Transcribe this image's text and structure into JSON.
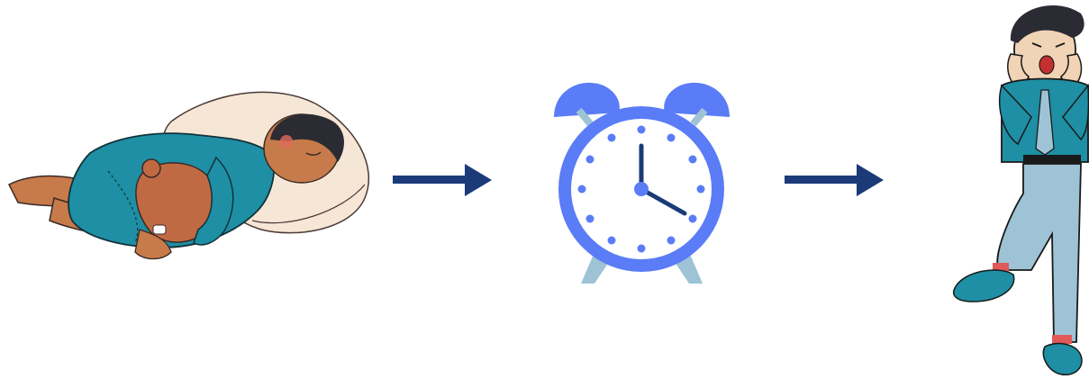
{
  "steps": [
    {
      "id": "sleeping",
      "icon": "sleeping-person-icon"
    },
    {
      "id": "alarm",
      "icon": "alarm-clock-icon"
    },
    {
      "id": "surprised",
      "icon": "surprised-person-icon"
    }
  ],
  "connectors": [
    {
      "from": "sleeping",
      "to": "alarm",
      "icon": "right-arrow-icon"
    },
    {
      "from": "alarm",
      "to": "surprised",
      "icon": "right-arrow-icon"
    }
  ],
  "colors": {
    "arrow": "#1b3a78",
    "clock_body": "#5b7cf7",
    "clock_face": "#ffffff",
    "clock_dots": "#5b7cf7",
    "clock_hands": "#1b3a78",
    "clock_legs": "#9ec3d4",
    "shirt": "#1e8fa4",
    "trousers": "#9ec3d6",
    "skin": "#c77a4a",
    "pillow": "#f6e6d6",
    "hair": "#2b2b33"
  }
}
